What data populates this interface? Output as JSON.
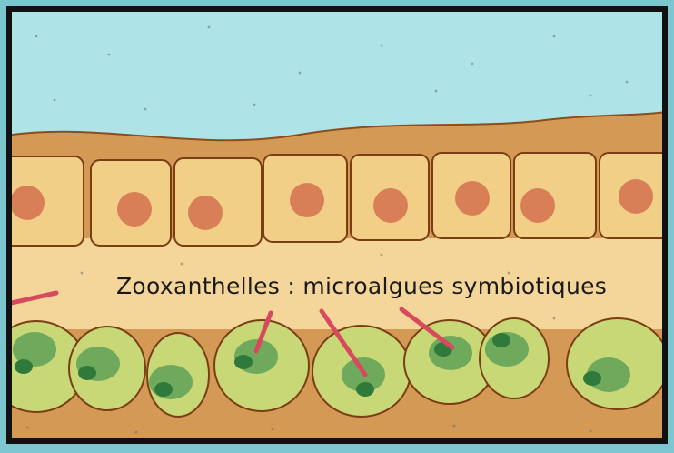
{
  "label": {
    "text": "Zooxanthelles : microalgues symbiotiques"
  },
  "colors": {
    "water": "#aee3e7",
    "outer_band": "#d49a55",
    "ecto_cell": "#f2cf87",
    "ecto_nucleus": "#d97f57",
    "mesoglea": "#f4d69b",
    "endo_cell": "#c9d877",
    "zooxanthella": "#6fa95c",
    "zoox_core": "#2f7a3a",
    "pointer": "#d9495e",
    "outline": "#7a3e14",
    "frame": "#111111"
  },
  "icons": [
    "ectoderm-cell",
    "nucleus",
    "endoderm-cell",
    "zooxanthella-algae",
    "pointer-line"
  ]
}
